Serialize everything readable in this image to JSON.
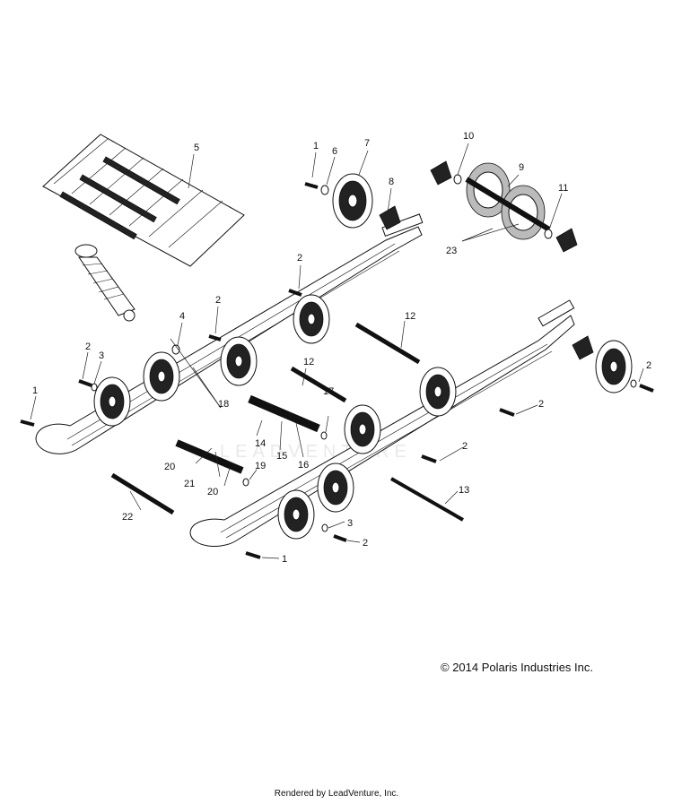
{
  "copyright": "© 2014 Polaris Industries Inc.",
  "rendered_by": "Rendered by LeadVenture, Inc.",
  "watermark": "LEADVENTURE",
  "callouts": {
    "c1a": "1",
    "c1b": "1",
    "c1c": "1",
    "c2a": "2",
    "c2b": "2",
    "c2c": "2",
    "c2d": "2",
    "c2e": "2",
    "c2f": "2",
    "c2g": "2",
    "c3a": "3",
    "c3b": "3",
    "c4": "4",
    "c5": "5",
    "c6": "6",
    "c7": "7",
    "c8": "8",
    "c9": "9",
    "c10": "10",
    "c11": "11",
    "c12a": "12",
    "c12b": "12",
    "c13": "13",
    "c14": "14",
    "c15": "15",
    "c16": "16",
    "c17": "17",
    "c18": "18",
    "c19": "19",
    "c20a": "20",
    "c20b": "20",
    "c21": "21",
    "c22": "22",
    "c23": "23"
  }
}
